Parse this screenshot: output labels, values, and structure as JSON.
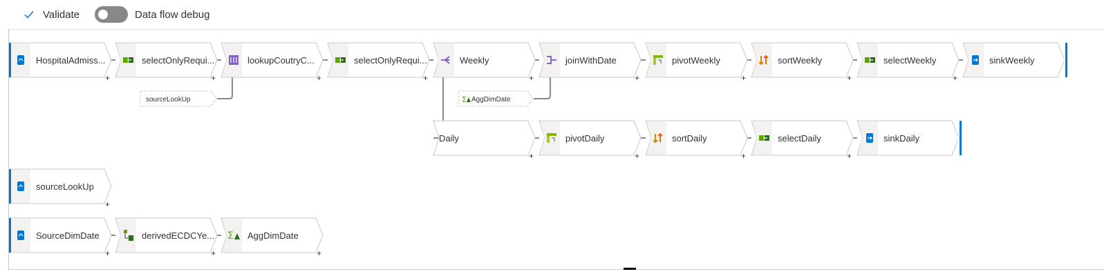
{
  "toolbar": {
    "validate_label": "Validate",
    "debug_label": "Data flow debug",
    "debug_on": false
  },
  "nodes": [
    {
      "id": "n1",
      "label": "HospitalAdmiss...",
      "icon": "source-icon",
      "kind": "source"
    },
    {
      "id": "n2",
      "label": "selectOnlyRequi...",
      "icon": "select-icon",
      "kind": "transform"
    },
    {
      "id": "n3",
      "label": "lookupCoutryC...",
      "icon": "lookup-icon",
      "kind": "transform"
    },
    {
      "id": "n4",
      "label": "selectOnlyRequi...",
      "icon": "select-icon",
      "kind": "transform"
    },
    {
      "id": "n5",
      "label": "Weekly",
      "icon": "split-icon",
      "kind": "transform"
    },
    {
      "id": "n6",
      "label": "joinWithDate",
      "icon": "join-icon",
      "kind": "transform"
    },
    {
      "id": "n7",
      "label": "pivotWeekly",
      "icon": "pivot-icon",
      "kind": "transform"
    },
    {
      "id": "n8",
      "label": "sortWeekly",
      "icon": "sort-icon",
      "kind": "transform"
    },
    {
      "id": "n9",
      "label": "selectWeekly",
      "icon": "select-icon",
      "kind": "transform"
    },
    {
      "id": "n10",
      "label": "sinkWeekly",
      "icon": "sink-icon",
      "kind": "sink"
    },
    {
      "id": "n11",
      "label": "Daily",
      "icon": "",
      "kind": "transform"
    },
    {
      "id": "n12",
      "label": "pivotDaily",
      "icon": "pivot-icon",
      "kind": "transform"
    },
    {
      "id": "n13",
      "label": "sortDaily",
      "icon": "sort-icon",
      "kind": "transform"
    },
    {
      "id": "n14",
      "label": "selectDaily",
      "icon": "select-icon",
      "kind": "transform"
    },
    {
      "id": "n15",
      "label": "sinkDaily",
      "icon": "sink-icon",
      "kind": "sink"
    },
    {
      "id": "n16",
      "label": "sourceLookUp",
      "icon": "source-icon",
      "kind": "source"
    },
    {
      "id": "n17",
      "label": "SourceDimDate",
      "icon": "source-icon",
      "kind": "source"
    },
    {
      "id": "n18",
      "label": "derivedECDCYe...",
      "icon": "derived-icon",
      "kind": "transform"
    },
    {
      "id": "n19",
      "label": "AggDimDate",
      "icon": "aggregate-icon",
      "kind": "transform"
    }
  ],
  "references": [
    {
      "label": "sourceLookUp",
      "icon": ""
    },
    {
      "label": "AggDimDate",
      "icon": "aggregate-icon"
    }
  ],
  "plus_label": "+",
  "colors": {
    "accent": "#0078d4",
    "select": "#5ea500",
    "lookup": "#8661c5",
    "sort": "#f7630c",
    "pivot": "#7fba00",
    "source": "#0078d4",
    "connector": "#8a8886"
  }
}
